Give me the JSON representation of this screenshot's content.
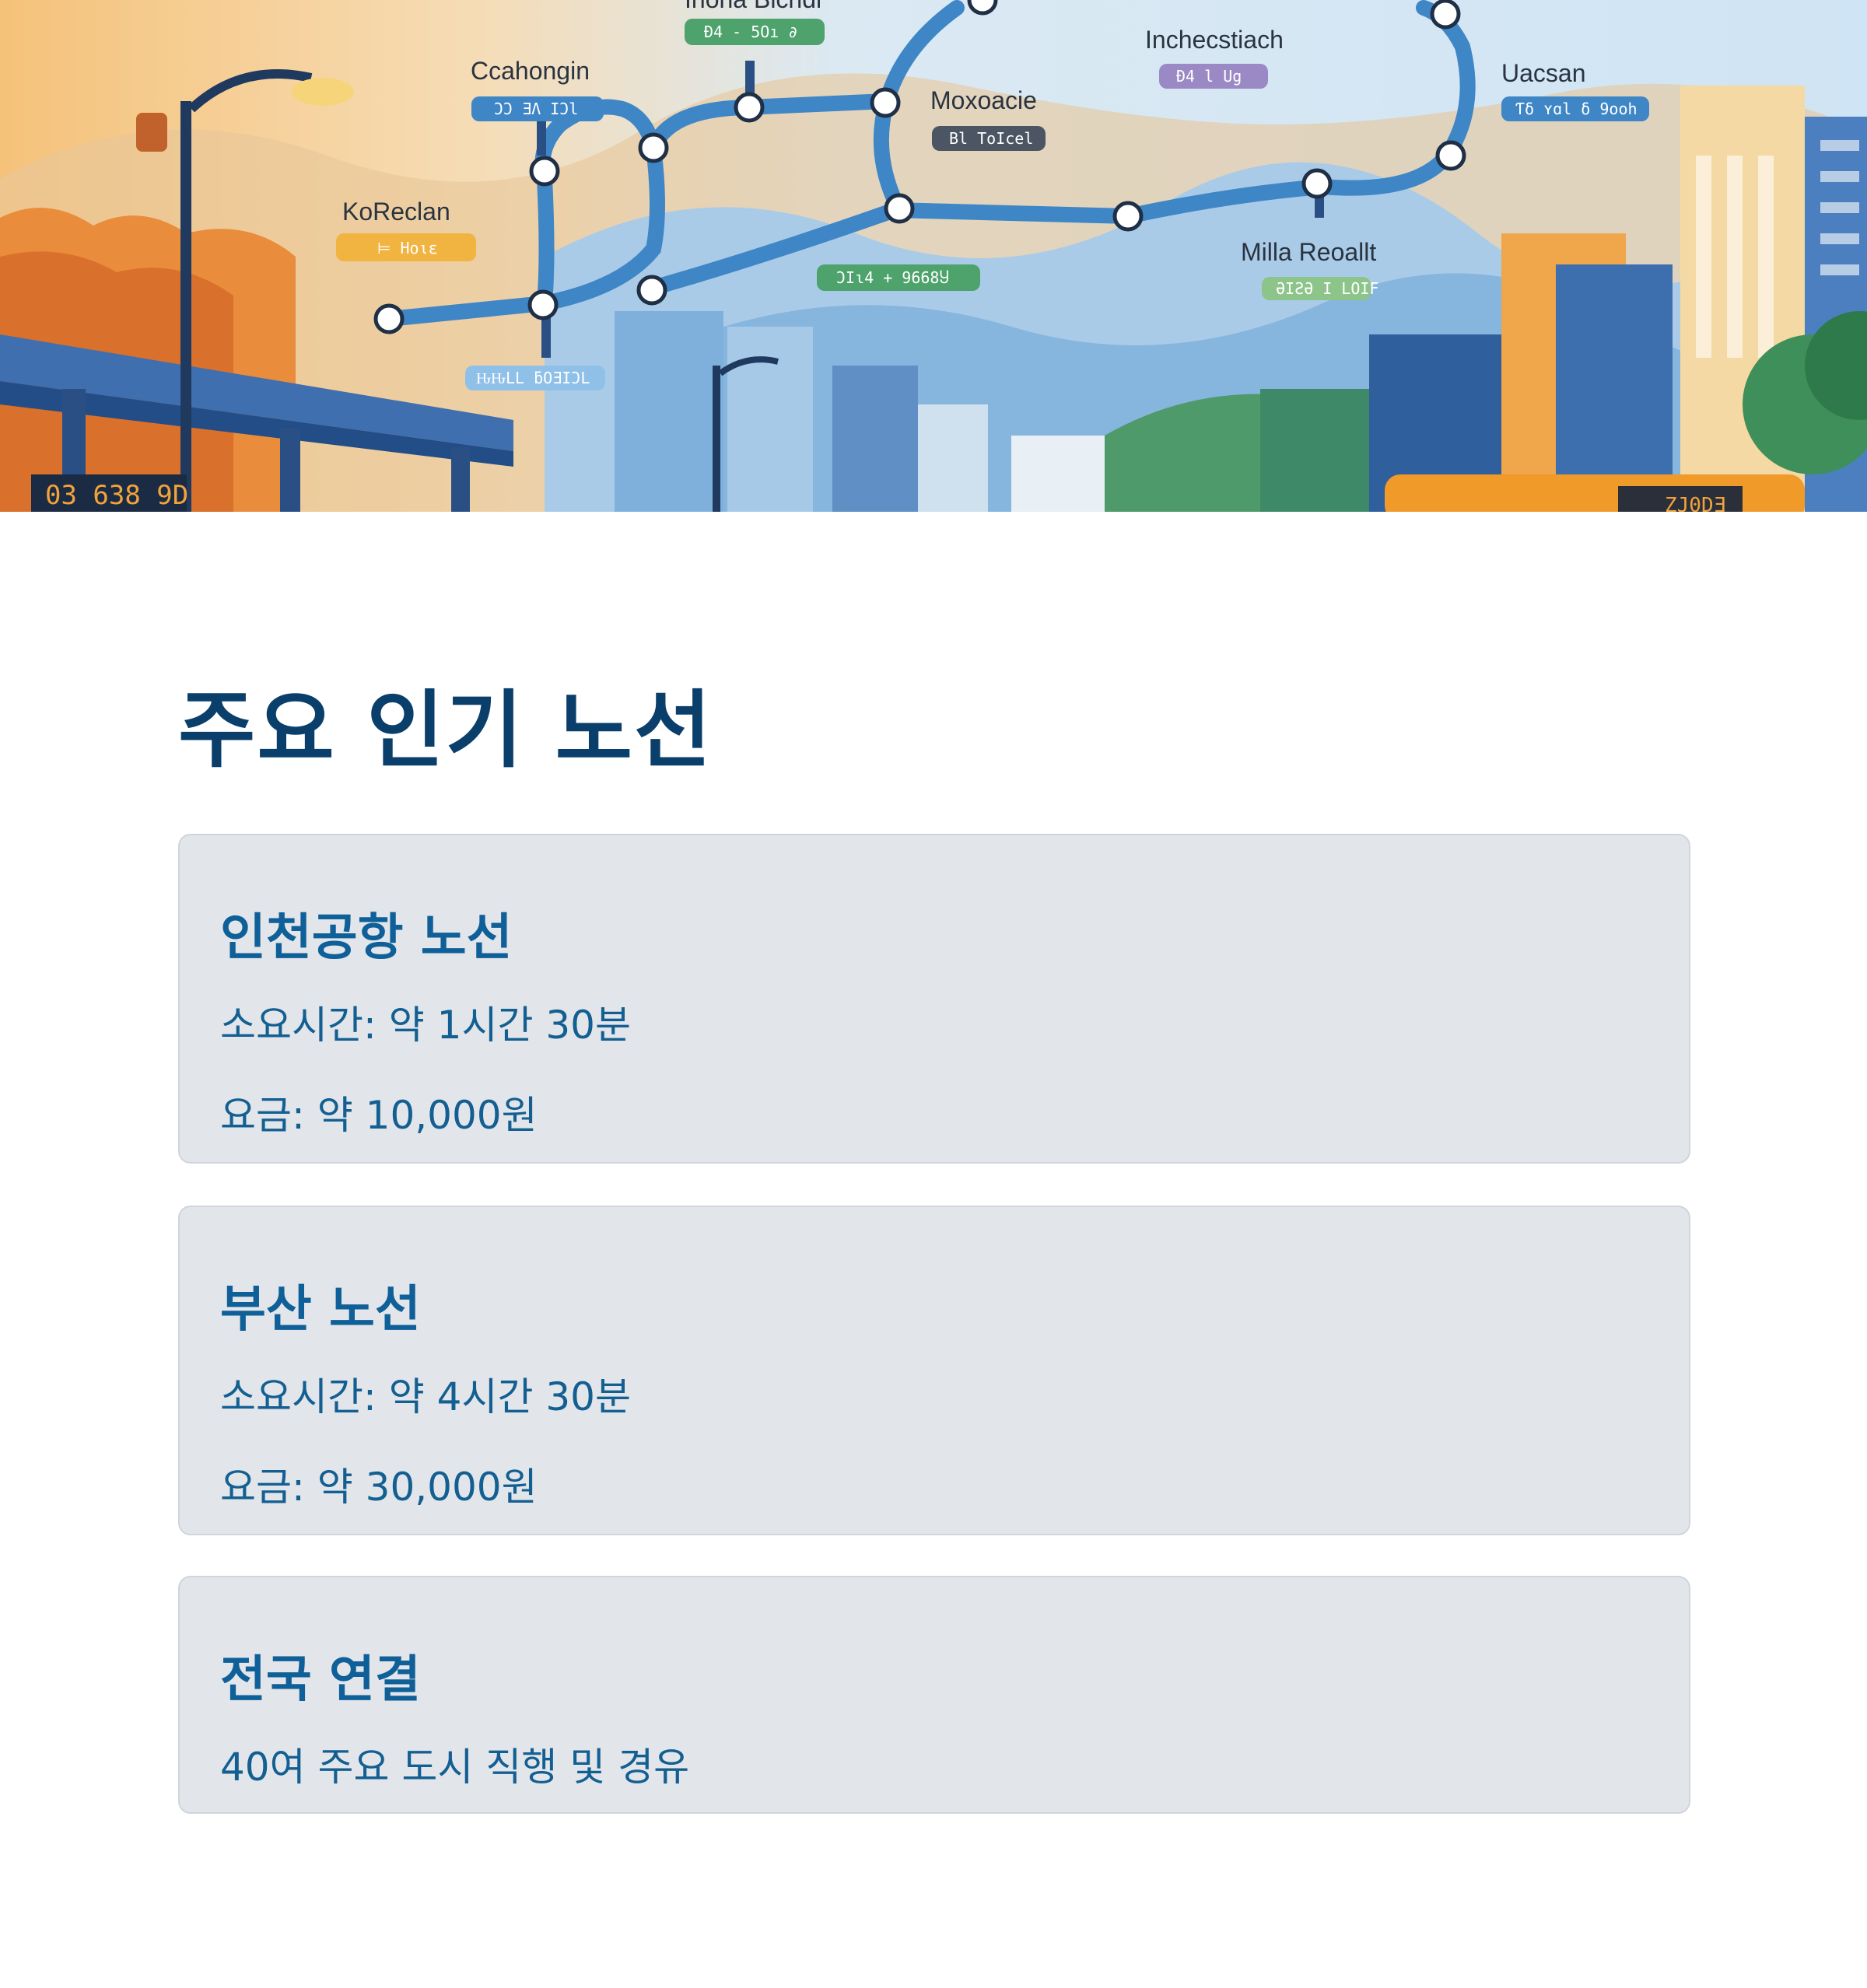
{
  "hero": {
    "stations": {
      "top_center": "Inona Blchdl",
      "ccahongin": "Ccahongin",
      "korlecan": "KoReclan",
      "moxoacie": "Moxoacie",
      "inchecstiach": "Inchecstiach",
      "uacsan": "Uacsan",
      "milla": "Milla Reoallt"
    },
    "pills": {
      "top_center": "Đ4 - 5Oı ∂",
      "ccahongin": "ƆƆ ƎΛ ΙƆl",
      "korlecan": "⊨ Ηοιε",
      "moxoacie": "Bl ToIcel",
      "inchecstiach": "Đ4 l Ug",
      "uacsan": "Ƭδ ʏɑl δ 9ooh",
      "milla": "ƏIƧƏ I LOIF",
      "route_center": "ƆIɩ4 + 9668Ⴘ",
      "lower_left": "ԊԊLL ƃOƎIƆL"
    },
    "led_sign": "03 638 9D",
    "bus_sign": "ZJ0DƎ",
    "colors": {
      "route_line": "#3f86c6",
      "sky": "#cfe4f2",
      "sunset": "#f2b35c"
    }
  },
  "section": {
    "title": "주요 인기 노선"
  },
  "routes": [
    {
      "title": "인천공항 노선",
      "duration": "소요시간: 약 1시간 30분",
      "fare": "요금: 약 10,000원"
    },
    {
      "title": "부산 노선",
      "duration": "소요시간: 약 4시간 30분",
      "fare": "요금: 약 30,000원"
    },
    {
      "title": "전국 연결",
      "note": "40여 주요 도시 직행 및 경유"
    }
  ]
}
